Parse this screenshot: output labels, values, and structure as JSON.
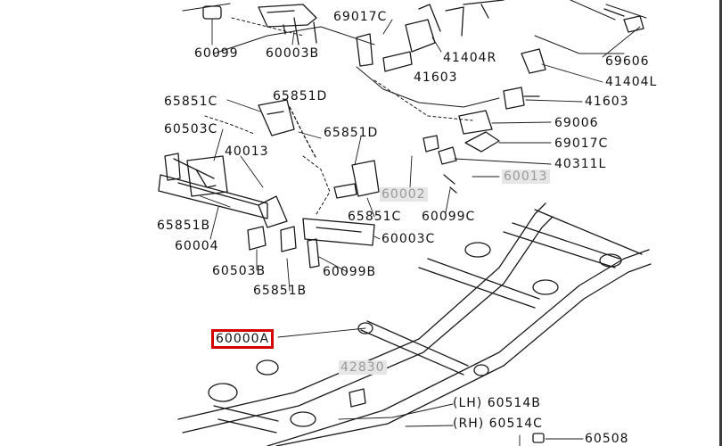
{
  "diagram": {
    "labels": {
      "p60099_top": "60099",
      "p60003B": "60003B",
      "p69017C_top": "69017C",
      "p41404R": "41404R",
      "p41603_top": "41603",
      "p69606": "69606",
      "p41404L": "41404L",
      "p41603_right": "41603",
      "p69006": "69006",
      "p69017C_right": "69017C",
      "p40311L": "40311L",
      "p60013": "60013",
      "p65851C_a": "65851C",
      "p65851D_a": "65851D",
      "p60503C": "60503C",
      "p65851D_b": "65851D",
      "p40013": "40013",
      "p60002": "60002",
      "p65851C_b": "65851C",
      "p60099C": "60099C",
      "p65851B_a": "65851B",
      "p60004": "60004",
      "p60003C": "60003C",
      "p60503B": "60503B",
      "p60099B": "60099B",
      "p65851B_b": "65851B",
      "p60000A": "60000A",
      "p42830": "42830",
      "p60514B": "(LH) 60514B",
      "p60514C": "(RH) 60514C",
      "p60508": "60508"
    },
    "highlight_color": "#d40000",
    "unavailable_bg": "#e6e6e6"
  }
}
